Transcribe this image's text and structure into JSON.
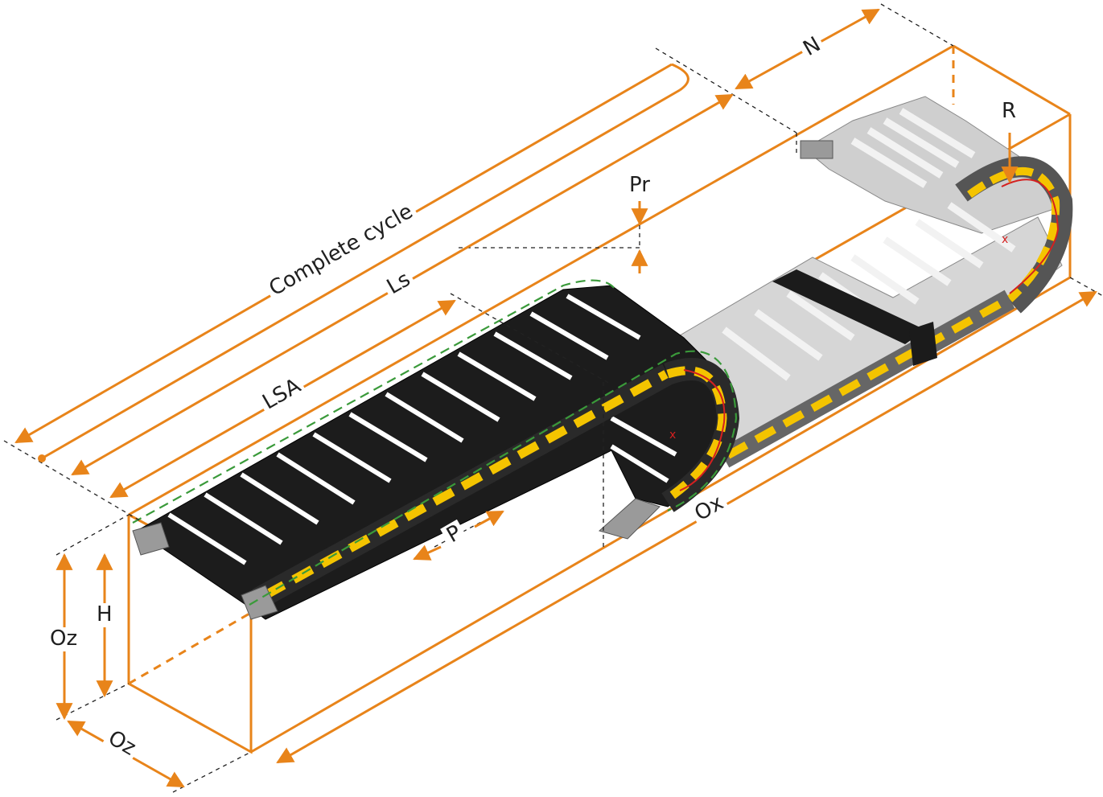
{
  "labels": {
    "complete_cycle": "Complete cycle",
    "ls": "Ls",
    "lsa": "LSA",
    "n": "N",
    "r": "R",
    "pr": "Pr",
    "p": "P",
    "h": "H",
    "oz_vertical": "Oz",
    "oz_bottom": "Oz",
    "ox": "Ox"
  },
  "colors": {
    "dimension": "#e8841a",
    "chain_dark": "#1b1b1b",
    "chain_light": "#c8c8c8",
    "link_highlight": "#f4c400",
    "bend_line": "#d42020",
    "envelope": "#3a9a3a"
  }
}
